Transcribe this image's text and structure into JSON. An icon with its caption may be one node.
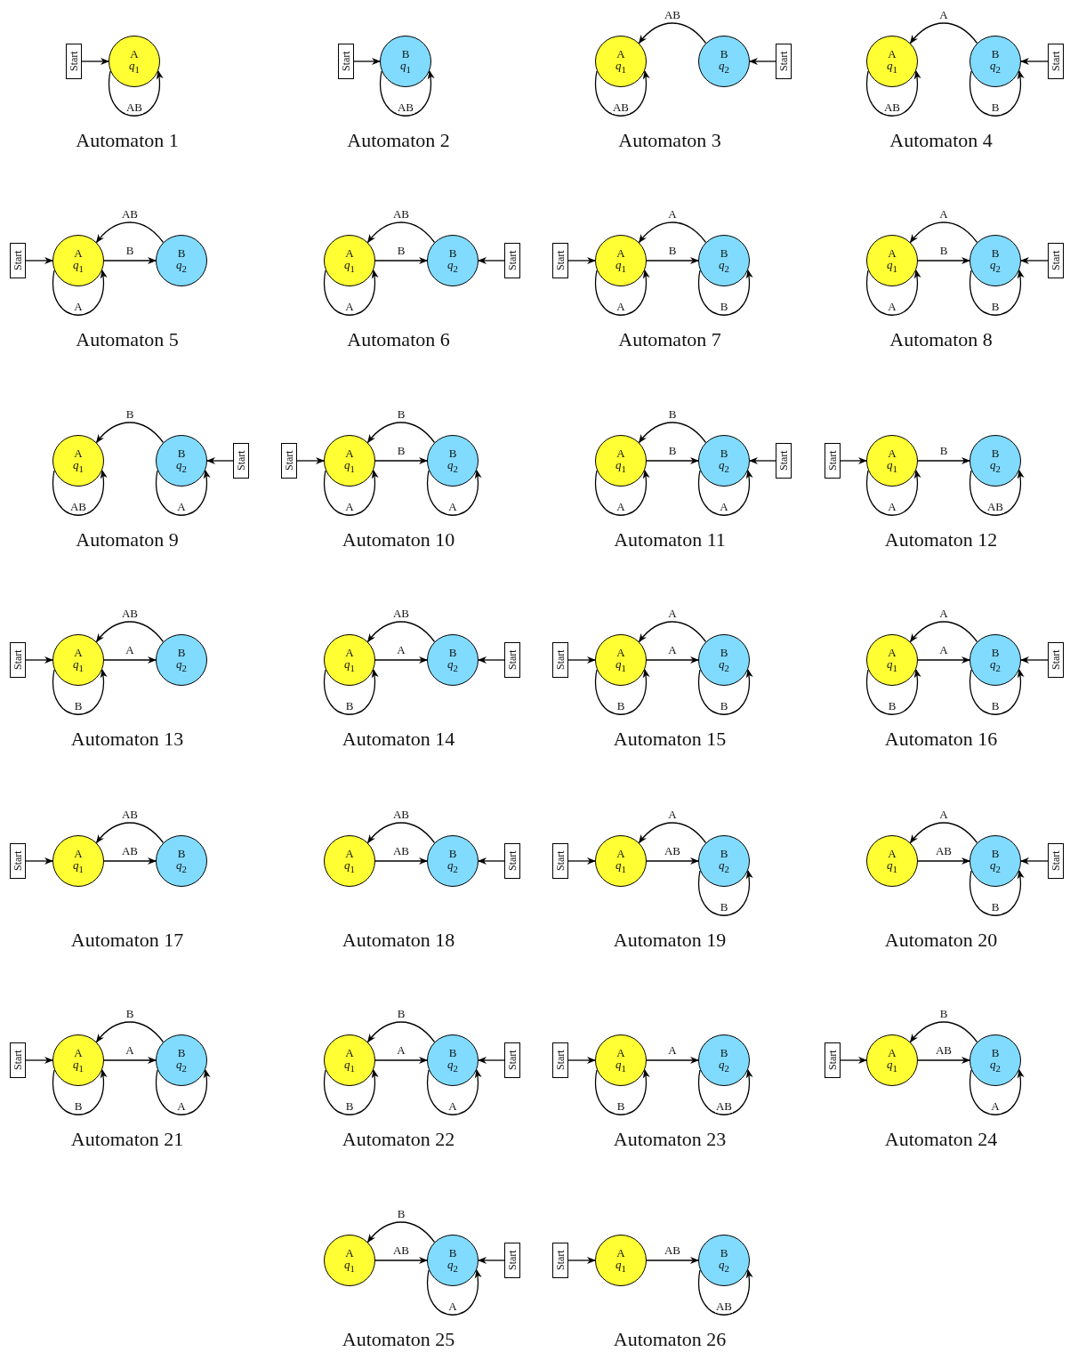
{
  "diagram": {
    "nodes": [
      {
        "text": [
          "Start"
        ]
      },
      {
        "text": [
          "A",
          "*q*$_{1}$"
        ]
      },
      {
        "text": [
          "Start"
        ]
      },
      {
        "text": [
          "B",
          "*q*$_{1}$"
        ]
      },
      {
        "text": [
          "A",
          "*q*$_{1}$"
        ]
      },
      {
        "text": [
          "B",
          "*q*$_{2}$"
        ]
      },
      {
        "text": [
          "Start"
        ]
      },
      {
        "text": [
          "A",
          "*q*$_{1}$"
        ]
      },
      {
        "text": [
          "B",
          "*q*$_{2}$"
        ]
      },
      {
        "text": [
          "Start"
        ]
      },
      {
        "text": [
          "Start"
        ]
      },
      {
        "text": [
          "A",
          "*q*$_{1}$"
        ]
      },
      {
        "text": [
          "B",
          "*q*$_{2}$"
        ]
      },
      {
        "text": [
          "A",
          "*q*$_{1}$"
        ]
      },
      {
        "text": [
          "B",
          "*q*$_{2}$"
        ]
      },
      {
        "text": [
          "Start"
        ]
      },
      {
        "text": [
          "Start"
        ]
      },
      {
        "text": [
          "A",
          "*q*$_{1}$"
        ]
      },
      {
        "text": [
          "B",
          "*q*$_{2}$"
        ]
      },
      {
        "text": [
          "A",
          "*q*$_{1}$"
        ]
      },
      {
        "text": [
          "B",
          "*q*$_{2}$"
        ]
      },
      {
        "text": [
          "Start"
        ]
      },
      {
        "text": [
          "A",
          "*q*$_{1}$"
        ]
      },
      {
        "text": [
          "B",
          "*q*$_{2}$"
        ]
      },
      {
        "text": [
          "Start"
        ]
      },
      {
        "text": [
          "Start"
        ]
      },
      {
        "text": [
          "A",
          "*q*$_{1}$"
        ]
      },
      {
        "text": [
          "B",
          "*q*$_{2}$"
        ]
      },
      {
        "text": [
          "A",
          "*q*$_{1}$"
        ]
      },
      {
        "text": [
          "B",
          "*q*$_{2}$"
        ]
      },
      {
        "text": [
          "Start"
        ]
      },
      {
        "text": [
          "Start"
        ]
      },
      {
        "text": [
          "A",
          "*q*$_{1}$"
        ]
      },
      {
        "text": [
          "B",
          "*q*$_{2}$"
        ]
      },
      {
        "text": [
          "Start"
        ]
      },
      {
        "text": [
          "A",
          "*q*$_{1}$"
        ]
      },
      {
        "text": [
          "B",
          "*q*$_{2}$"
        ]
      },
      {
        "text": [
          "A",
          "*q*$_{1}$"
        ]
      },
      {
        "text": [
          "B",
          "*q*$_{2}$"
        ]
      },
      {
        "text": [
          "Start"
        ]
      },
      {
        "text": [
          "Start"
        ]
      },
      {
        "text": [
          "A",
          "*q*$_{1}$"
        ]
      },
      {
        "text": [
          "B",
          "*q*$_{2}$"
        ]
      },
      {
        "text": [
          "A",
          "*q*$_{1}$"
        ]
      },
      {
        "text": [
          "B",
          "*q*$_{2}$"
        ]
      },
      {
        "text": [
          "Start"
        ]
      },
      {
        "text": [
          "Start"
        ]
      },
      {
        "text": [
          "A",
          "*q*$_{1}$"
        ]
      },
      {
        "text": [
          "B",
          "*q*$_{2}$"
        ]
      },
      {
        "text": [
          "A",
          "*q*$_{1}$"
        ]
      },
      {
        "text": [
          "B",
          "*q*$_{2}$"
        ]
      },
      {
        "text": [
          "Start"
        ]
      },
      {
        "text": [
          "Start"
        ]
      },
      {
        "text": [
          "A",
          "*q*$_{1}$"
        ]
      },
      {
        "text": [
          "B",
          "*q*$_{2}$"
        ]
      },
      {
        "text": [
          "A",
          "*q*$_{1}$"
        ]
      },
      {
        "text": [
          "B",
          "*q*$_{2}$"
        ]
      },
      {
        "text": [
          "Start"
        ]
      },
      {
        "text": [
          "Start"
        ]
      },
      {
        "text": [
          "A",
          "*q*$_{1}$"
        ]
      },
      {
        "text": [
          "B",
          "*q*$_{2}$"
        ]
      },
      {
        "text": [
          "A",
          "*q*$_{1}$"
        ]
      },
      {
        "text": [
          "B",
          "*q*$_{2}$"
        ]
      },
      {
        "text": [
          "Start"
        ]
      },
      {
        "text": [
          "Start"
        ]
      },
      {
        "text": [
          "A",
          "*q*$_{1}$"
        ]
      },
      {
        "text": [
          "B",
          "*q*$_{2}$"
        ]
      },
      {
        "text": [
          "Start"
        ]
      },
      {
        "text": [
          "A",
          "*q*$_{1}$"
        ]
      },
      {
        "text": [
          "B",
          "*q*$_{2}$"
        ]
      },
      {
        "text": [
          "A",
          "*q*$_{1}$"
        ]
      },
      {
        "text": [
          "B",
          "*q*$_{2}$"
        ]
      },
      {
        "text": [
          "Start"
        ]
      },
      {
        "text": [
          "Start"
        ]
      },
      {
        "text": [
          "A",
          "*q*$_{1}$"
        ]
      },
      {
        "text": [
          "B",
          "*q*$_{2}$"
        ]
      }
    ],
    "edges": [
      {
        "from": 0,
        "to": 1,
        "arrow": "to"
      },
      {
        "from": 1,
        "to": 1,
        "arrow": "to",
        "label": "AB"
      },
      {
        "from": 2,
        "to": 3,
        "arrow": "to"
      },
      {
        "from": 3,
        "to": 3,
        "arrow": "to",
        "label": "AB"
      },
      {
        "from": 6,
        "to": 5,
        "arrow": "to"
      },
      {
        "from": 5,
        "to": 4,
        "arrow": "to",
        "label": "AB"
      },
      {
        "from": 4,
        "to": 4,
        "arrow": "to",
        "label": "AB"
      },
      {
        "from": 9,
        "to": 8,
        "arrow": "to"
      },
      {
        "from": 8,
        "to": 7,
        "arrow": "to",
        "label": "A"
      },
      {
        "from": 7,
        "to": 7,
        "arrow": "to",
        "label": "AB"
      },
      {
        "from": 8,
        "to": 8,
        "arrow": "to",
        "label": "B"
      },
      {
        "from": 10,
        "to": 11,
        "arrow": "to"
      },
      {
        "from": 12,
        "to": 11,
        "arrow": "to",
        "label": "AB"
      },
      {
        "from": 11,
        "to": 12,
        "arrow": "to",
        "label": "B"
      },
      {
        "from": 11,
        "to": 11,
        "arrow": "to",
        "label": "A"
      },
      {
        "from": 15,
        "to": 14,
        "arrow": "to"
      },
      {
        "from": 14,
        "to": 13,
        "arrow": "to",
        "label": "AB"
      },
      {
        "from": 13,
        "to": 14,
        "arrow": "to",
        "label": "B"
      },
      {
        "from": 13,
        "to": 13,
        "arrow": "to",
        "label": "A"
      },
      {
        "from": 16,
        "to": 17,
        "arrow": "to"
      },
      {
        "from": 18,
        "to": 17,
        "arrow": "to",
        "label": "A"
      },
      {
        "from": 17,
        "to": 18,
        "arrow": "to",
        "label": "B"
      },
      {
        "from": 17,
        "to": 17,
        "arrow": "to",
        "label": "A"
      },
      {
        "from": 18,
        "to": 18,
        "arrow": "to",
        "label": "B"
      },
      {
        "from": 21,
        "to": 20,
        "arrow": "to"
      },
      {
        "from": 20,
        "to": 19,
        "arrow": "to",
        "label": "A"
      },
      {
        "from": 19,
        "to": 20,
        "arrow": "to",
        "label": "B"
      },
      {
        "from": 19,
        "to": 19,
        "arrow": "to",
        "label": "A"
      },
      {
        "from": 20,
        "to": 20,
        "arrow": "to",
        "label": "B"
      },
      {
        "from": 24,
        "to": 23,
        "arrow": "to"
      },
      {
        "from": 23,
        "to": 22,
        "arrow": "to",
        "label": "B"
      },
      {
        "from": 22,
        "to": 22,
        "arrow": "to",
        "label": "AB"
      },
      {
        "from": 23,
        "to": 23,
        "arrow": "to",
        "label": "A"
      },
      {
        "from": 25,
        "to": 26,
        "arrow": "to"
      },
      {
        "from": 27,
        "to": 26,
        "arrow": "to",
        "label": "B"
      },
      {
        "from": 26,
        "to": 27,
        "arrow": "to",
        "label": "B"
      },
      {
        "from": 26,
        "to": 26,
        "arrow": "to",
        "label": "A"
      },
      {
        "from": 27,
        "to": 27,
        "arrow": "to",
        "label": "A"
      },
      {
        "from": 30,
        "to": 29,
        "arrow": "to"
      },
      {
        "from": 29,
        "to": 28,
        "arrow": "to",
        "label": "B"
      },
      {
        "from": 28,
        "to": 29,
        "arrow": "to",
        "label": "B"
      },
      {
        "from": 28,
        "to": 28,
        "arrow": "to",
        "label": "A"
      },
      {
        "from": 29,
        "to": 29,
        "arrow": "to",
        "label": "A"
      },
      {
        "from": 31,
        "to": 32,
        "arrow": "to"
      },
      {
        "from": 32,
        "to": 33,
        "arrow": "to",
        "label": "B"
      },
      {
        "from": 32,
        "to": 32,
        "arrow": "to",
        "label": "A"
      },
      {
        "from": 33,
        "to": 33,
        "arrow": "to",
        "label": "AB"
      },
      {
        "from": 34,
        "to": 35,
        "arrow": "to"
      },
      {
        "from": 36,
        "to": 35,
        "arrow": "to",
        "label": "AB"
      },
      {
        "from": 35,
        "to": 36,
        "arrow": "to",
        "label": "A"
      },
      {
        "from": 35,
        "to": 35,
        "arrow": "to",
        "label": "B"
      },
      {
        "from": 39,
        "to": 38,
        "arrow": "to"
      },
      {
        "from": 38,
        "to": 37,
        "arrow": "to",
        "label": "AB"
      },
      {
        "from": 37,
        "to": 38,
        "arrow": "to",
        "label": "A"
      },
      {
        "from": 37,
        "to": 37,
        "arrow": "to",
        "label": "B"
      },
      {
        "from": 40,
        "to": 41,
        "arrow": "to"
      },
      {
        "from": 42,
        "to": 41,
        "arrow": "to",
        "label": "A"
      },
      {
        "from": 41,
        "to": 42,
        "arrow": "to",
        "label": "A"
      },
      {
        "from": 41,
        "to": 41,
        "arrow": "to",
        "label": "B"
      },
      {
        "from": 42,
        "to": 42,
        "arrow": "to",
        "label": "B"
      },
      {
        "from": 45,
        "to": 44,
        "arrow": "to"
      },
      {
        "from": 44,
        "to": 43,
        "arrow": "to",
        "label": "A"
      },
      {
        "from": 43,
        "to": 44,
        "arrow": "to",
        "label": "A"
      },
      {
        "from": 43,
        "to": 43,
        "arrow": "to",
        "label": "B"
      },
      {
        "from": 44,
        "to": 44,
        "arrow": "to",
        "label": "B"
      },
      {
        "from": 46,
        "to": 47,
        "arrow": "to"
      },
      {
        "from": 48,
        "to": 47,
        "arrow": "to",
        "label": "AB"
      },
      {
        "from": 47,
        "to": 48,
        "arrow": "to",
        "label": "AB"
      },
      {
        "from": 51,
        "to": 50,
        "arrow": "to"
      },
      {
        "from": 50,
        "to": 49,
        "arrow": "to",
        "label": "AB"
      },
      {
        "from": 49,
        "to": 50,
        "arrow": "to",
        "label": "AB"
      },
      {
        "from": 52,
        "to": 53,
        "arrow": "to"
      },
      {
        "from": 54,
        "to": 53,
        "arrow": "to",
        "label": "A"
      },
      {
        "from": 53,
        "to": 54,
        "arrow": "to",
        "label": "AB"
      },
      {
        "from": 54,
        "to": 54,
        "arrow": "to",
        "label": "B"
      },
      {
        "from": 57,
        "to": 56,
        "arrow": "to"
      },
      {
        "from": 56,
        "to": 55,
        "arrow": "to",
        "label": "A"
      },
      {
        "from": 55,
        "to": 56,
        "arrow": "to",
        "label": "AB"
      },
      {
        "from": 56,
        "to": 56,
        "arrow": "to",
        "label": "B"
      },
      {
        "from": 58,
        "to": 59,
        "arrow": "to"
      },
      {
        "from": 60,
        "to": 59,
        "arrow": "to",
        "label": "B"
      },
      {
        "from": 59,
        "to": 60,
        "arrow": "to",
        "label": "A"
      },
      {
        "from": 59,
        "to": 59,
        "arrow": "to",
        "label": "B"
      },
      {
        "from": 60,
        "to": 60,
        "arrow": "to",
        "label": "A"
      },
      {
        "from": 63,
        "to": 62,
        "arrow": "to"
      },
      {
        "from": 62,
        "to": 61,
        "arrow": "to",
        "label": "B"
      },
      {
        "from": 61,
        "to": 62,
        "arrow": "to",
        "label": "A"
      },
      {
        "from": 61,
        "to": 61,
        "arrow": "to",
        "label": "B"
      },
      {
        "from": 62,
        "to": 62,
        "arrow": "to",
        "label": "A"
      },
      {
        "from": 64,
        "to": 65,
        "arrow": "to"
      },
      {
        "from": 65,
        "to": 66,
        "arrow": "to",
        "label": "A"
      },
      {
        "from": 65,
        "to": 65,
        "arrow": "to",
        "label": "B"
      },
      {
        "from": 66,
        "to": 66,
        "arrow": "to",
        "label": "AB"
      },
      {
        "from": 67,
        "to": 68,
        "arrow": "to"
      },
      {
        "from": 69,
        "to": 68,
        "arrow": "to",
        "label": "B"
      },
      {
        "from": 68,
        "to": 69,
        "arrow": "to",
        "label": "AB"
      },
      {
        "from": 69,
        "to": 69,
        "arrow": "to",
        "label": "A"
      },
      {
        "from": 72,
        "to": 71,
        "arrow": "to"
      },
      {
        "from": 71,
        "to": 70,
        "arrow": "to",
        "label": "B"
      },
      {
        "from": 70,
        "to": 71,
        "arrow": "to",
        "label": "AB"
      },
      {
        "from": 71,
        "to": 71,
        "arrow": "to",
        "label": "A"
      },
      {
        "from": 73,
        "to": 74,
        "arrow": "to"
      },
      {
        "from": 74,
        "to": 75,
        "arrow": "to",
        "label": "AB"
      },
      {
        "from": 75,
        "to": 75,
        "arrow": "to",
        "label": "AB"
      }
    ],
    "labels": [
      "Automaton 1",
      "Automaton 2",
      "Automaton 3",
      "Automaton 4",
      "Automaton 5",
      "Automaton 6",
      "Automaton 7",
      "Automaton 8",
      "Automaton 9",
      "Automaton 10",
      "Automaton 11",
      "Automaton 12",
      "Automaton 13",
      "Automaton 14",
      "Automaton 15",
      "Automaton 16",
      "Automaton 17",
      "Automaton 18",
      "Automaton 19",
      "Automaton 20",
      "Automaton 21",
      "Automaton 22",
      "Automaton 23",
      "Automaton 24",
      "Automaton 25",
      "Automaton 26"
    ]
  }
}
